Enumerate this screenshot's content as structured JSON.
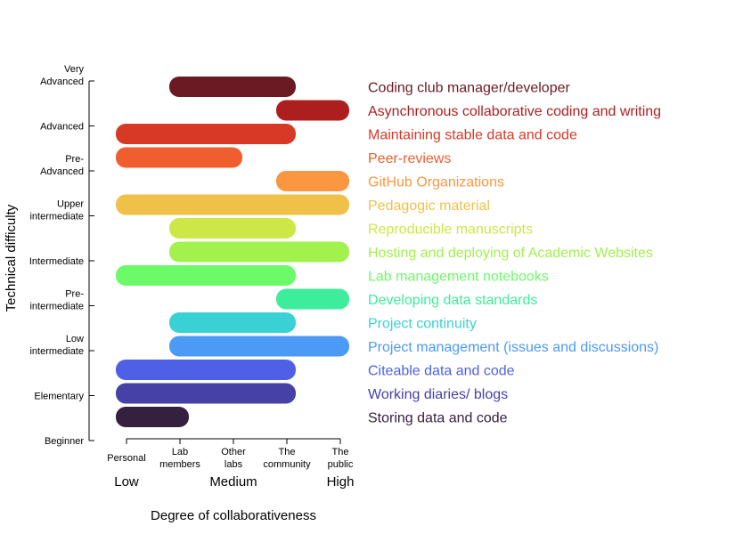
{
  "chart_data": {
    "type": "bar",
    "xlabel": "Degree of collaborativeness",
    "ylabel": "Technical difficulty",
    "x_ticks": [
      {
        "lines": [
          "Personal"
        ]
      },
      {
        "lines": [
          "Lab",
          "members"
        ]
      },
      {
        "lines": [
          "Other",
          "labs"
        ]
      },
      {
        "lines": [
          "The",
          "community"
        ]
      },
      {
        "lines": [
          "The",
          "public"
        ]
      }
    ],
    "x_levels": [
      {
        "label": "Low",
        "at": 0
      },
      {
        "label": "Medium",
        "at": 2
      },
      {
        "label": "High",
        "at": 4
      }
    ],
    "y_ticks": [
      {
        "lines": [
          "Very",
          "Advanced"
        ],
        "value": 9
      },
      {
        "lines": [
          "Advanced"
        ],
        "value": 8
      },
      {
        "lines": [
          "Pre-",
          "Advanced"
        ],
        "value": 7
      },
      {
        "lines": [
          "Upper",
          "intermediate"
        ],
        "value": 6
      },
      {
        "lines": [
          "Intermediate"
        ],
        "value": 5
      },
      {
        "lines": [
          "Pre-",
          "intermediate"
        ],
        "value": 4
      },
      {
        "lines": [
          "Low",
          "intermediate"
        ],
        "value": 3
      },
      {
        "lines": [
          "Elementary"
        ],
        "value": 2
      },
      {
        "lines": [
          "Beginner"
        ],
        "value": 1
      }
    ],
    "bars": [
      {
        "label": "Coding club manager/developer",
        "start": 1,
        "end": 3.2,
        "color": "#6b1a23"
      },
      {
        "label": "Asynchronous collaborative coding and writing",
        "start": 3,
        "end": 4.2,
        "color": "#ad1f1f"
      },
      {
        "label": "Maintaining stable data and code",
        "start": 0,
        "end": 3.2,
        "color": "#d63a26"
      },
      {
        "label": "Peer-reviews",
        "start": 0,
        "end": 2.2,
        "color": "#f05e2f"
      },
      {
        "label": "GitHub Organizations",
        "start": 3,
        "end": 4.2,
        "color": "#fb9740"
      },
      {
        "label": "Pedagogic material",
        "start": 0,
        "end": 4.2,
        "color": "#f0c148"
      },
      {
        "label": "Reproducible manuscripts",
        "start": 1,
        "end": 3.2,
        "color": "#cde846"
      },
      {
        "label": "Hosting and deploying of Academic Websites",
        "start": 1,
        "end": 4.2,
        "color": "#a2f14d"
      },
      {
        "label": "Lab management notebooks",
        "start": 0,
        "end": 3.2,
        "color": "#6cfa68"
      },
      {
        "label": "Developing data standards",
        "start": 3,
        "end": 4.2,
        "color": "#3ded9c"
      },
      {
        "label": "Project continuity",
        "start": 1,
        "end": 3.2,
        "color": "#3ad1d5"
      },
      {
        "label": "Project management (issues and discussions)",
        "start": 1,
        "end": 4.2,
        "color": "#4b9af5"
      },
      {
        "label": "Citeable data and code",
        "start": 0,
        "end": 3.2,
        "color": "#4e60e6"
      },
      {
        "label": "Working diaries/ blogs",
        "start": 0,
        "end": 3.2,
        "color": "#4541a6"
      },
      {
        "label": "Storing data and code",
        "start": 0,
        "end": 1.2,
        "color": "#35203f"
      }
    ]
  }
}
